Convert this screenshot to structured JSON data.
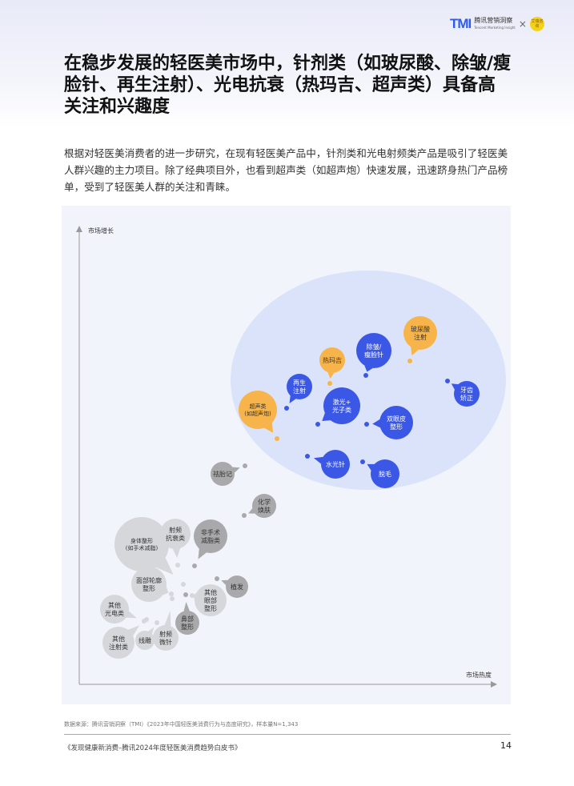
{
  "header": {
    "logo_mark": "TMI",
    "logo_text": "腾讯营销洞察",
    "logo_subtext": "Tencent Marketing Insight",
    "separator": "×",
    "partner_logo": "艾瑞咨询"
  },
  "title": "在稳步发展的轻医美市场中，针剂类（如玻尿酸、除皱/瘦脸针、再生注射）、光电抗衰（热玛吉、超声类）具备高关注和兴趣度",
  "intro": "根据对轻医美消费者的进一步研究，在现有轻医美产品中，针剂类和光电射频类产品是吸引了轻医美人群兴趣的主力项目。除了经典项目外，也看到超声类（如超声炮）快速发展，迅速跻身热门产品榜单，受到了轻医美人群的关注和青睐。",
  "chart": {
    "y_axis_label": "市场增长",
    "x_axis_label": "市场热度",
    "colors": {
      "blue": "#3b57e6",
      "orange": "#f7b44a",
      "gray_dark": "#a9a9ab",
      "gray_light": "#d6d7da",
      "highlight_ellipse": "#dbe3fb",
      "panel": "#f2f4fb"
    },
    "items": [
      {
        "label": "除皱/\n瘦脸针",
        "group": "blue"
      },
      {
        "label": "再生\n注射",
        "group": "blue"
      },
      {
        "label": "激光+\n光子类",
        "group": "blue"
      },
      {
        "label": "双眼皮\n整形",
        "group": "blue"
      },
      {
        "label": "牙齿\n矫正",
        "group": "blue"
      },
      {
        "label": "水光针",
        "group": "blue"
      },
      {
        "label": "脱毛",
        "group": "blue"
      },
      {
        "label": "玻尿酸\n注射",
        "group": "orange"
      },
      {
        "label": "热玛吉",
        "group": "orange"
      },
      {
        "label": "超声类\n(如超声炮)",
        "group": "orange"
      },
      {
        "label": "祛胎记",
        "group": "gray_dark"
      },
      {
        "label": "化学\n焕肤",
        "group": "gray_dark"
      },
      {
        "label": "身体整形\n(如手术减脂)",
        "group": "gray_light"
      },
      {
        "label": "射频\n抗衰类",
        "group": "gray_light"
      },
      {
        "label": "非手术\n减脂类",
        "group": "gray_dark"
      },
      {
        "label": "面部轮廓\n整形",
        "group": "gray_light"
      },
      {
        "label": "其他\n光电类",
        "group": "gray_light"
      },
      {
        "label": "其他\n眼部\n整形",
        "group": "gray_light"
      },
      {
        "label": "植发",
        "group": "gray_dark"
      },
      {
        "label": "鼻部\n整形",
        "group": "gray_dark"
      },
      {
        "label": "射频\n微针",
        "group": "gray_light"
      },
      {
        "label": "线雕",
        "group": "gray_light"
      },
      {
        "label": "其他\n注射类",
        "group": "gray_light"
      }
    ]
  },
  "source": "数据来源：腾讯营销洞察（TMI）《2023年中国轻医美消费行为与态度研究》，样本量N=1,343",
  "footer": "《发现健康新消费–腾讯2024年度轻医美消费趋势白皮书》",
  "page_number": "14"
}
